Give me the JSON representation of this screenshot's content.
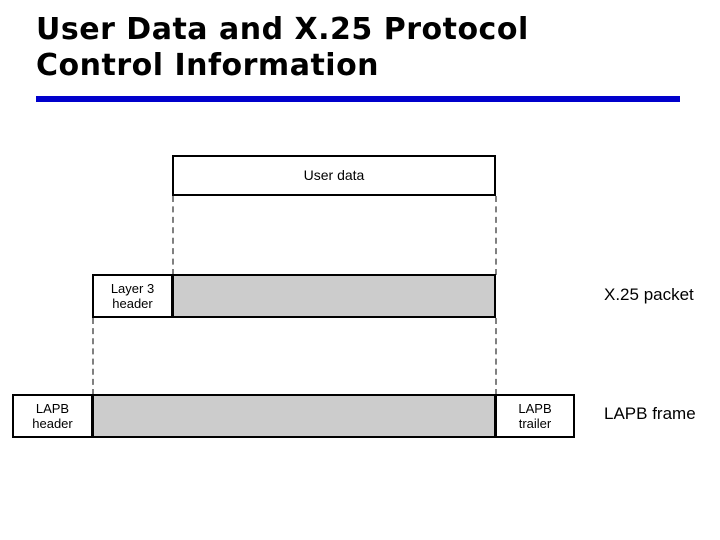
{
  "slide": {
    "title": "User Data and X.25 Protocol\nControl Information",
    "rule_color": "#0000cc",
    "background_color": "#ffffff"
  },
  "diagram": {
    "type": "protocol-encapsulation",
    "fill_color": "#cccccc",
    "outline_color": "#000000",
    "dash_color": "#808080",
    "rows": [
      {
        "name": "user-data",
        "annotation": "",
        "segments": [
          {
            "name": "user-data",
            "label": "User data",
            "filled": false
          }
        ]
      },
      {
        "name": "x25-packet",
        "annotation": "X.25 packet",
        "segments": [
          {
            "name": "layer-3-header",
            "label": "Layer 3\nheader",
            "filled": false
          },
          {
            "name": "x25-payload",
            "label": "",
            "filled": true
          }
        ]
      },
      {
        "name": "lapb-frame",
        "annotation": "LAPB frame",
        "segments": [
          {
            "name": "lapb-header",
            "label": "LAPB\nheader",
            "filled": false
          },
          {
            "name": "lapb-payload",
            "label": "",
            "filled": true
          },
          {
            "name": "lapb-trailer",
            "label": "LAPB\ntrailer",
            "filled": false
          }
        ]
      }
    ]
  }
}
